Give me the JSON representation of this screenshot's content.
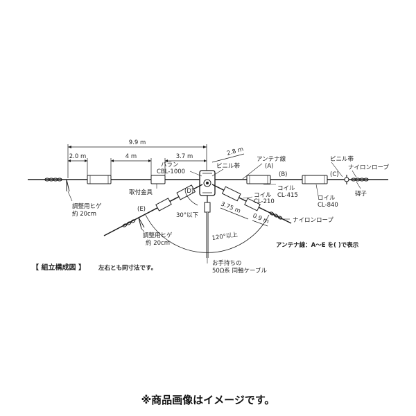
{
  "dimensions": {
    "total": "9.9 m",
    "inner": "4 m",
    "outer": "2.0 m",
    "balun_span": "3.7 m",
    "slant_upper": "2.8 m",
    "slant_lower": "3.75 m",
    "slant_tip": "0.9 m"
  },
  "labels": {
    "balun": "バラン",
    "balun_model": "CBL-1000",
    "vinyl_tape_center": "ビニル帯",
    "antenna_wire": "アンテナ線",
    "element_a": "(A)",
    "element_b": "(B)",
    "element_c": "(C)",
    "element_d": "(D)",
    "element_e": "(E)",
    "vinyl_tape_right": "ビニル帯",
    "nylon_rope_right": "ナイロンロープ",
    "insulator": "碍子",
    "coil1": "コイル",
    "coil1_model": "CL-210",
    "coil2": "コイル",
    "coil2_model": "CL-415",
    "coil3": "コイル",
    "coil3_model": "CL-840",
    "nylon_rope_lower": "ナイロンロープ",
    "mount_bracket": "取付金具",
    "adjust_whisker_left": "調整用ヒゲ",
    "adjust_whisker_left_len": "約 20cm",
    "adjust_whisker_lower": "調整用ヒゲ",
    "adjust_whisker_lower_len": "約 20cm",
    "angle_30": "30°以下",
    "angle_120": "120°以上",
    "legend_note": "アンテナ線：A～E を( )で表示",
    "coax_1": "お手持ちの",
    "coax_2": "50Ω系 同軸ケーブル",
    "title": "【 組立構成図 】",
    "title_note": "左右とも同寸法です。"
  },
  "caption": "※商品画像はイメージです。",
  "colors": {
    "line": "#1a1a1a",
    "part": "#ffffff",
    "text": "#222222"
  }
}
